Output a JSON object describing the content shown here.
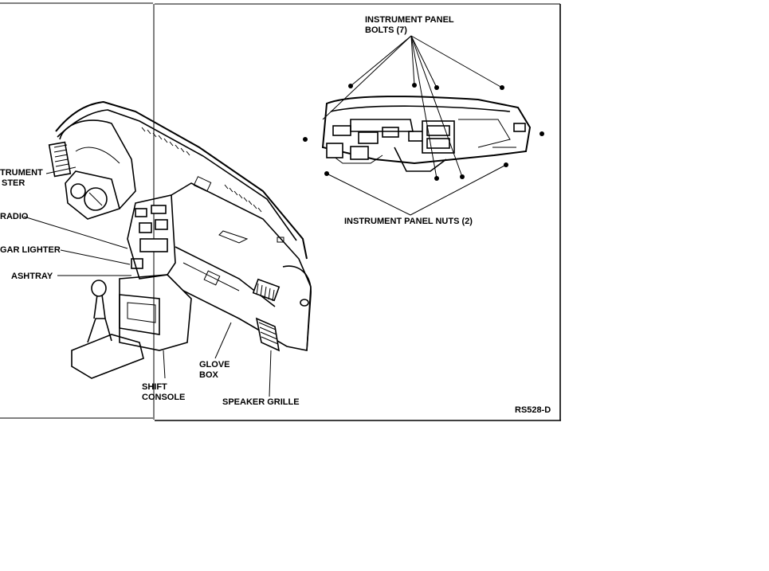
{
  "labels": {
    "instrument_panel_bolts_1": "INSTRUMENT PANEL",
    "instrument_panel_bolts_2": "BOLTS (7)",
    "instrument_panel_nuts": "INSTRUMENT PANEL NUTS (2)",
    "instrument_cluster_1": "TRUMENT",
    "instrument_cluster_2": "STER",
    "radio": "RADIO",
    "cigar_lighter": "GAR LIGHTER",
    "ashtray": "ASHTRAY",
    "glove_box_1": "GLOVE",
    "glove_box_2": "BOX",
    "shift_console_1": "SHIFT",
    "shift_console_2": "CONSOLE",
    "speaker_grille": "SPEAKER GRILLE",
    "figure_code": "RS528-D"
  }
}
